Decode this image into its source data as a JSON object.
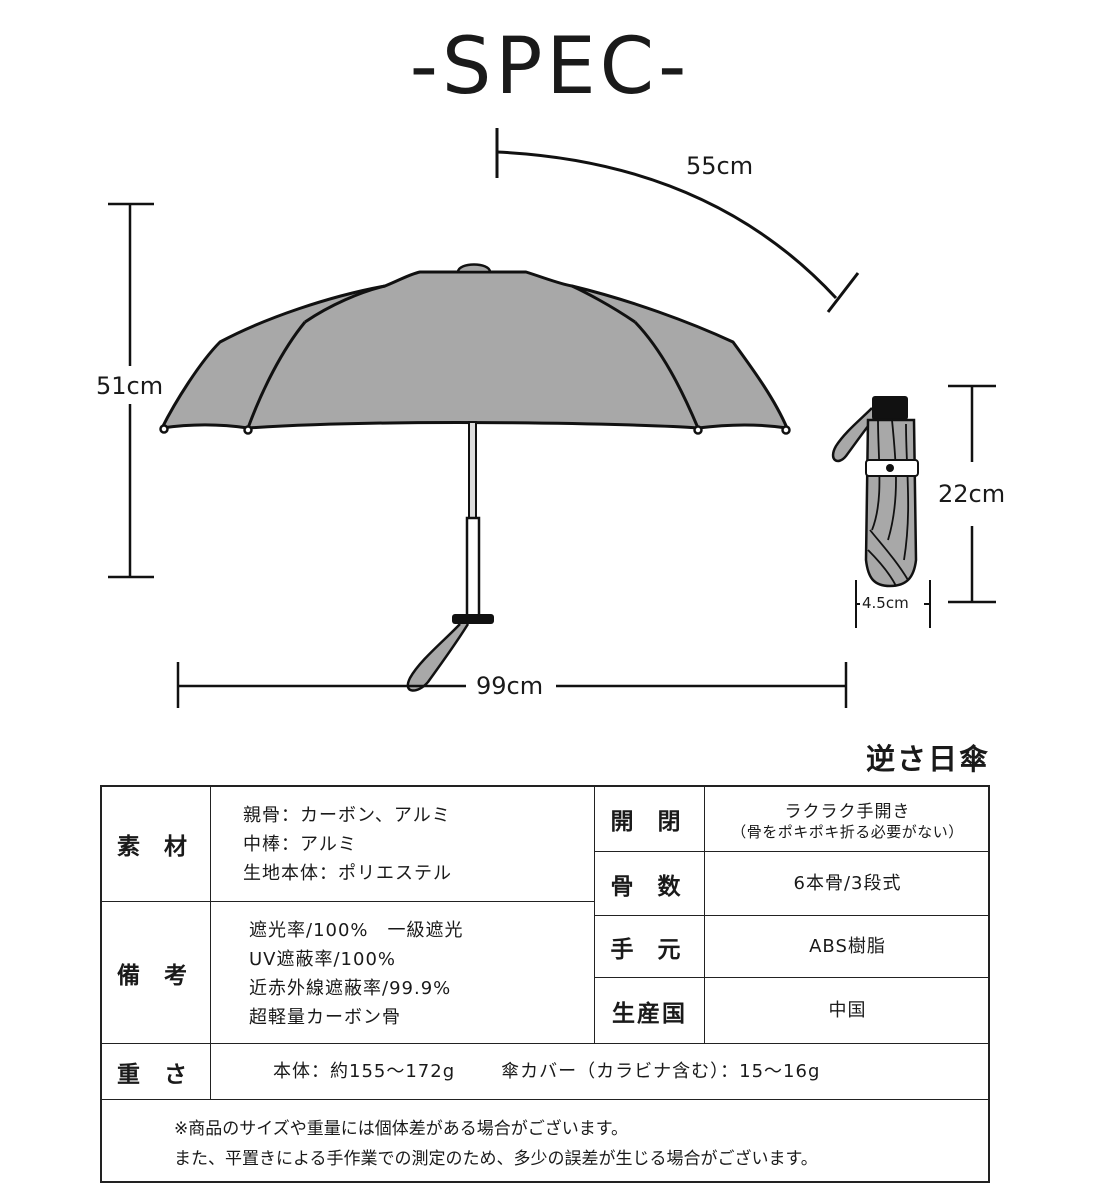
{
  "title": "-SPEC-",
  "dimensions": {
    "arc": "55cm",
    "height": "51cm",
    "width": "99cm",
    "folded_length": "22cm",
    "folded_diameter": "4.5cm"
  },
  "product_label": "逆さ日傘",
  "table": {
    "material": {
      "label": "素 材",
      "lines": [
        "親骨：カーボン、アルミ",
        "中棒：アルミ",
        "生地本体：ポリエステル"
      ]
    },
    "notes": {
      "label": "備 考",
      "lines": [
        "遮光率/100%　一級遮光",
        "UV遮蔽率/100%",
        "近赤外線遮蔽率/99.9%",
        "超軽量カーボン骨"
      ]
    },
    "open_close": {
      "label": "開 閉",
      "value": "ラクラク手開き",
      "sub": "（骨をポキポキ折る必要がない）"
    },
    "ribs": {
      "label": "骨 数",
      "value": "6本骨/3段式"
    },
    "handle": {
      "label": "手 元",
      "value": "ABS樹脂"
    },
    "origin": {
      "label": "生産国",
      "value": "中国"
    },
    "weight": {
      "label": "重 さ",
      "body": "本体：約155～172g",
      "cover": "傘カバー（カラビナ含む）：15～16g"
    },
    "footnote": [
      "※商品のサイズや重量には個体差がある場合がございます。",
      "また、平置きによる手作業での測定のため、多少の誤差が生じる場合がございます。"
    ]
  },
  "colors": {
    "line": "#111111",
    "canopy": "#a8a8a8",
    "background": "#ffffff"
  }
}
